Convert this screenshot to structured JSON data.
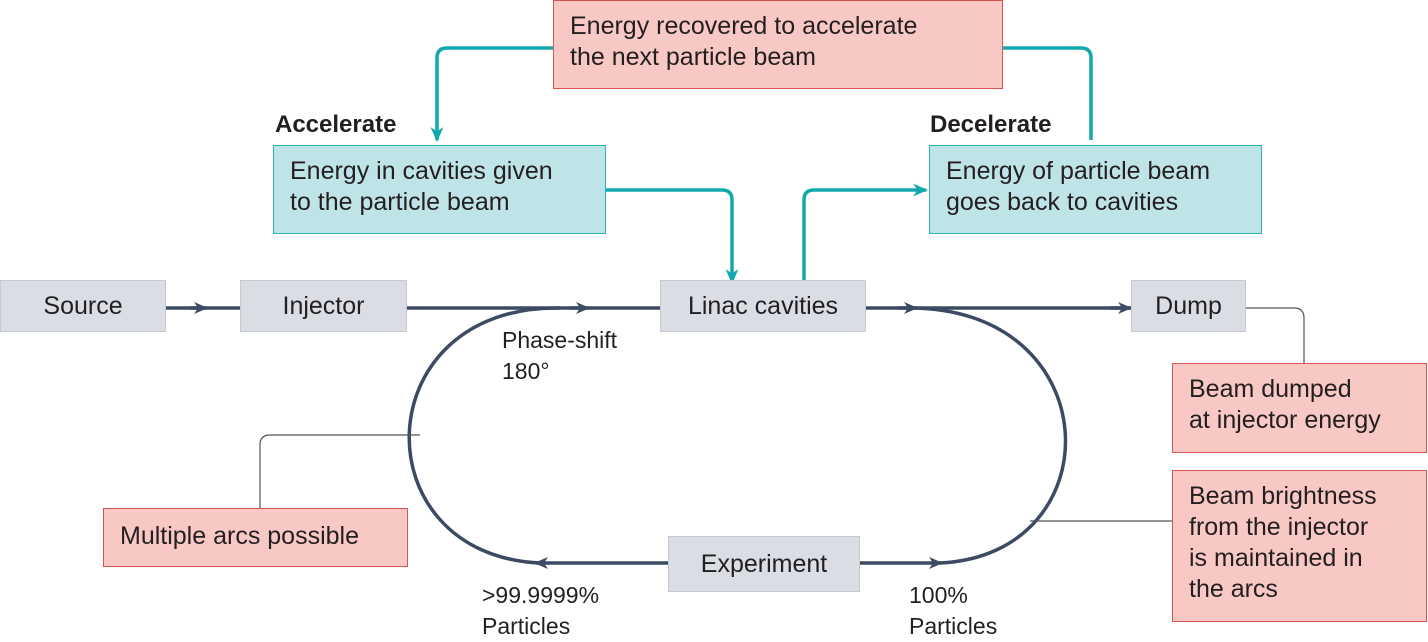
{
  "colors": {
    "beam_line": "#3d4a63",
    "energy_arrow": "#12a8ad",
    "connector": "#555555",
    "note_box": "#f8c8c4",
    "energy_box": "#bfe4e8",
    "stage_box": "#dadde3"
  },
  "stages": {
    "source": "Source",
    "injector": "Injector",
    "linac": "Linac cavities",
    "dump": "Dump",
    "experiment": "Experiment"
  },
  "energy": {
    "recovered": "Energy recovered to accelerate\nthe next particle beam",
    "accelerate_heading": "Accelerate",
    "accelerate_text": "Energy in cavities given\nto the particle beam",
    "decelerate_heading": "Decelerate",
    "decelerate_text": "Energy of particle beam\ngoes back to cavities"
  },
  "notes": {
    "phase_shift": "Phase-shift\n180°",
    "beam_dumped": "Beam dumped\nat injector energy",
    "brightness": "Beam brightness\nfrom the injector\nis maintained in\nthe arcs",
    "multiple_arcs": "Multiple arcs possible",
    "particles_left": ">99.9999%\nParticles",
    "particles_right": "100%\nParticles"
  }
}
